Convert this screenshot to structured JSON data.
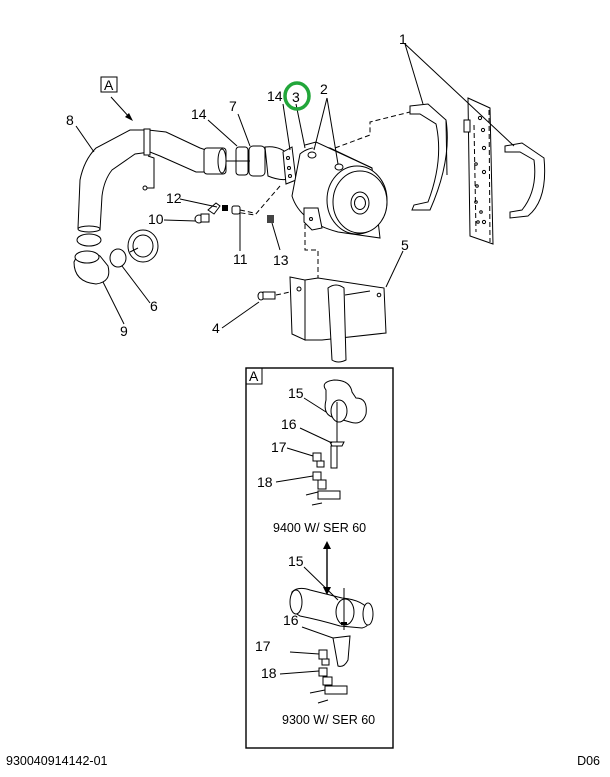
{
  "diagram": {
    "view_ref_main": "A",
    "callouts": {
      "c1": "1",
      "c2": "2",
      "c3": "3",
      "c4": "4",
      "c5": "5",
      "c6": "6",
      "c7": "7",
      "c8": "8",
      "c9": "9",
      "c10": "10",
      "c11": "11",
      "c12": "12",
      "c13": "13",
      "c14a": "14",
      "c14b": "14"
    },
    "highlighted_callout": "3",
    "highlight_color": "#22a63a",
    "inset": {
      "label": "A",
      "top_callouts": {
        "c15": "15",
        "c16": "16",
        "c17": "17",
        "c18": "18"
      },
      "top_caption": "9400 W/ SER 60",
      "bottom_callouts": {
        "c15": "15",
        "c16": "16",
        "c17": "17",
        "c18": "18"
      },
      "bottom_caption": "9300 W/ SER 60"
    }
  },
  "footer": {
    "part_number": "930040914142-01",
    "page_code": "D06"
  }
}
